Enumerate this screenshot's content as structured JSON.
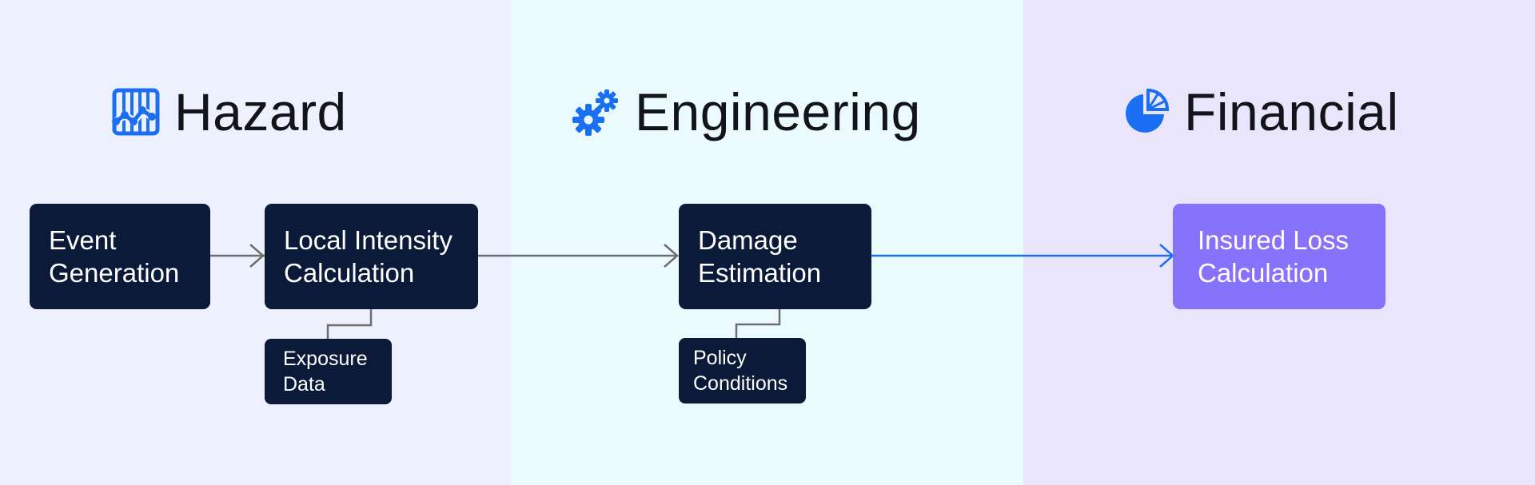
{
  "colors": {
    "hazard_bg": "#edf0fd",
    "engineering_bg": "#ebfbfd",
    "financial_bg": "#e9e6fc",
    "node_dark": "#0a1a38",
    "node_accent": "#8672fb",
    "icon_blue": "#1a6ff2",
    "connector_gray": "#6e6e6e",
    "connector_blue": "#1a6ff2",
    "title_text": "#111418"
  },
  "sections": {
    "hazard": {
      "title": "Hazard",
      "icon": "waveform-grid-icon"
    },
    "engineering": {
      "title": "Engineering",
      "icon": "gears-icon"
    },
    "financial": {
      "title": "Financial",
      "icon": "pie-chart-icon"
    }
  },
  "nodes": {
    "event_generation": "Event\nGeneration",
    "local_intensity": "Local Intensity\nCalculation",
    "exposure_data": "Exposure\nData",
    "damage_estimation": "Damage\nEstimation",
    "policy_conditions": "Policy\nConditions",
    "insured_loss": "Insured Loss\nCalculation"
  }
}
